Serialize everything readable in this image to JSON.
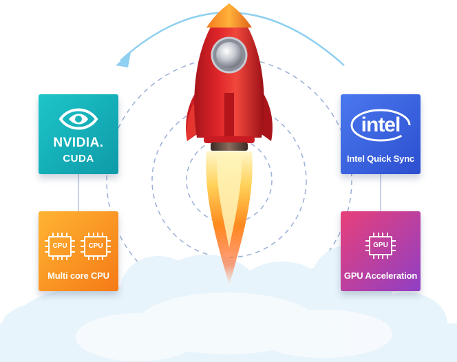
{
  "tiles": {
    "nvidia": {
      "brand": "NVIDIA.",
      "product": "CUDA"
    },
    "intel": {
      "brand": "intel",
      "label": "Intel Quick Sync"
    },
    "cpu": {
      "chip_label": "CPU",
      "label": "Multi core CPU"
    },
    "gpu": {
      "chip_label": "GPU",
      "label": "GPU Acceleration"
    }
  },
  "icons": [
    "nvidia-eye-icon",
    "intel-logo-icon",
    "cpu-chip-icon",
    "gpu-chip-icon",
    "rocket-icon",
    "refresh-arrow-icon",
    "cloud-icon"
  ],
  "colors": {
    "nvidia_tile": "#16b3bb",
    "intel_tile": "#3a63e0",
    "cpu_tile": "#fb9a25",
    "gpu_tile": "#c13f9a",
    "rocket_body": "#e0262a",
    "orbit_dash": "#9aaed6",
    "arrow": "#8fd0f0",
    "cloud": "#e8f4fb"
  }
}
